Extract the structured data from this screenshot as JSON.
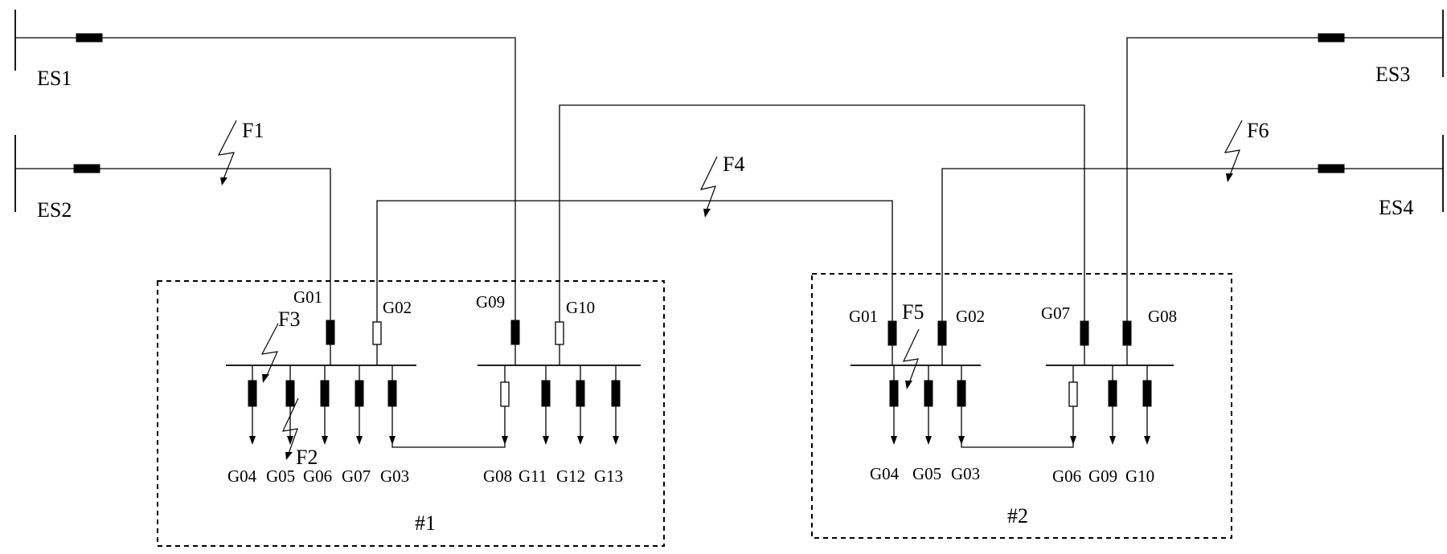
{
  "sources": [
    "ES1",
    "ES2",
    "ES3",
    "ES4"
  ],
  "faults": [
    "F1",
    "F2",
    "F3",
    "F4",
    "F5",
    "F6"
  ],
  "substation_1": {
    "label": "#1",
    "incoming_labels": [
      "G01",
      "G02",
      "G09",
      "G10"
    ],
    "outgoing_labels": [
      "G04",
      "G05",
      "G06",
      "G07",
      "G03",
      "G08",
      "G11",
      "G12",
      "G13"
    ]
  },
  "substation_2": {
    "label": "#2",
    "incoming_labels": [
      "G01",
      "G02",
      "G07",
      "G08"
    ],
    "outgoing_labels": [
      "G04",
      "G05",
      "G03",
      "G06",
      "G09",
      "G10"
    ]
  }
}
